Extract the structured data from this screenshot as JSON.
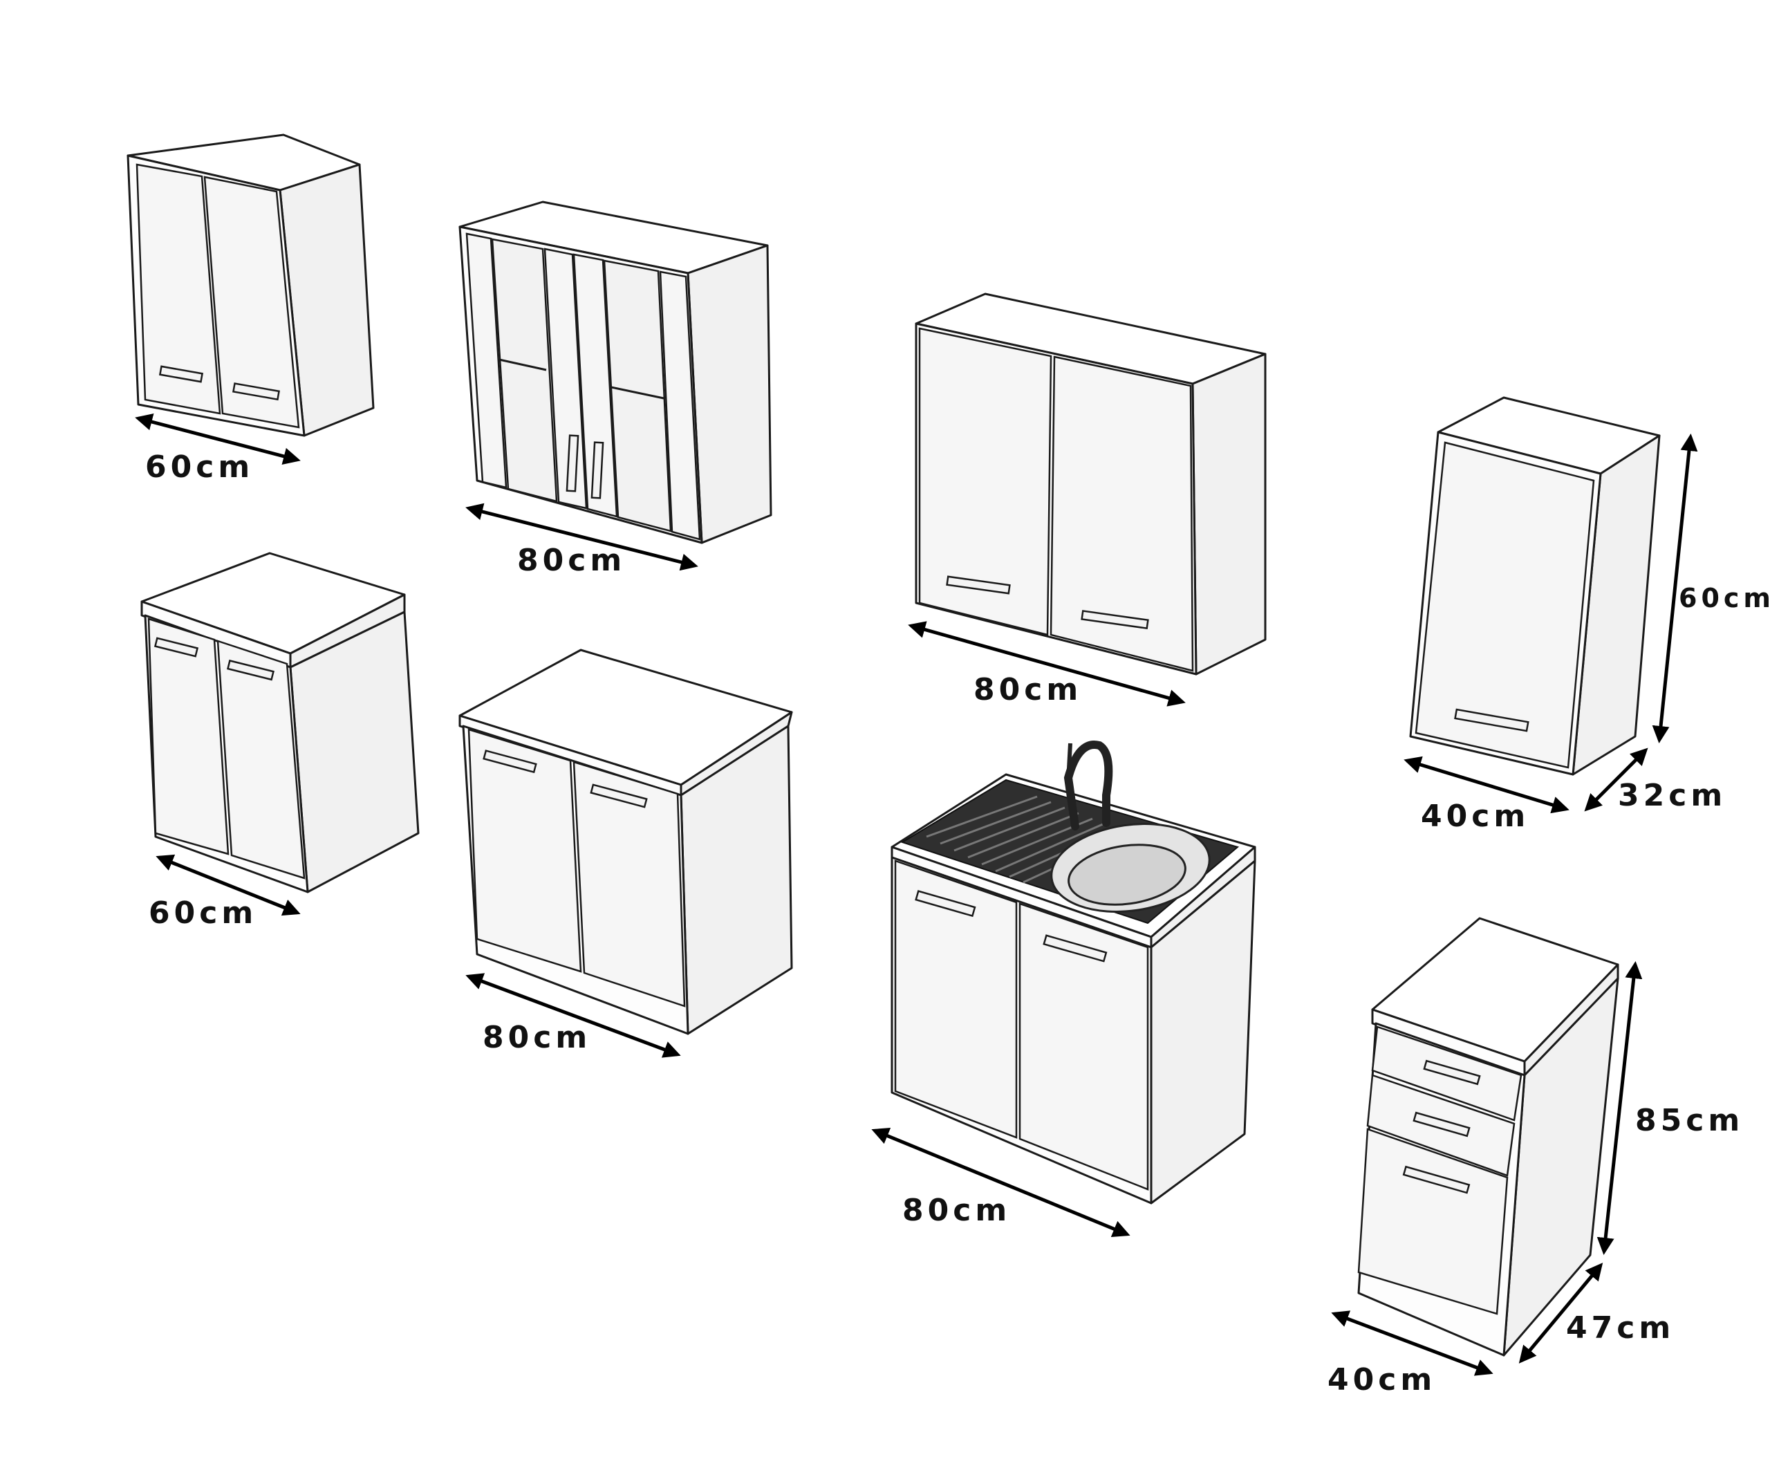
{
  "colors": {
    "line": "#1a1a1a",
    "background": "#ffffff"
  },
  "labels": [
    {
      "id": "upper-60-width",
      "text": "60cm"
    },
    {
      "id": "upper-glass-80-width",
      "text": "80cm"
    },
    {
      "id": "upper-80-width",
      "text": "80cm"
    },
    {
      "id": "upper-40-height",
      "text": "60cm"
    },
    {
      "id": "upper-40-width",
      "text": "40cm"
    },
    {
      "id": "upper-40-depth",
      "text": "32cm"
    },
    {
      "id": "base-60-width",
      "text": "60cm"
    },
    {
      "id": "base-80-width",
      "text": "80cm"
    },
    {
      "id": "sink-80-width",
      "text": "80cm"
    },
    {
      "id": "drawer-40-height",
      "text": "85cm"
    },
    {
      "id": "drawer-40-depth",
      "text": "47cm"
    },
    {
      "id": "drawer-40-width",
      "text": "40cm"
    }
  ]
}
